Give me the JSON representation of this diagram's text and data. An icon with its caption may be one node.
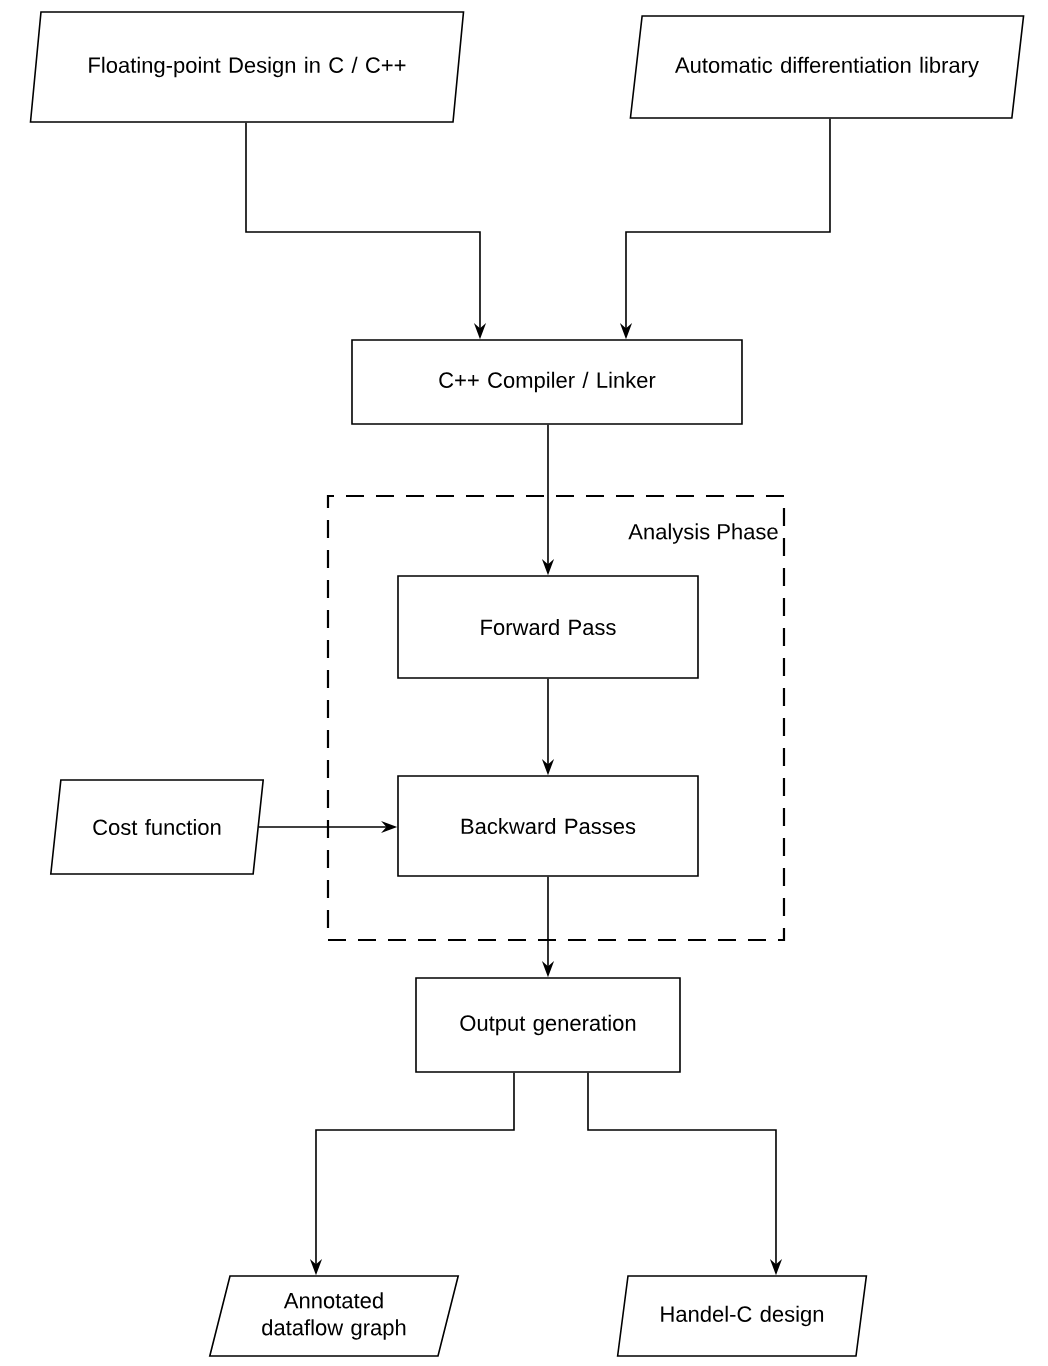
{
  "diagram": {
    "nodes": [
      {
        "text": [
          "Floating-point Design in C / C++"
        ]
      },
      {
        "text": [
          "Automatic differentiation library"
        ]
      },
      {
        "text": [
          "C++ Compiler / Linker"
        ]
      },
      {
        "text": [
          "Analysis Phase"
        ]
      },
      {
        "text": [
          "Forward Pass"
        ],
        "in": 3
      },
      {
        "text": [
          "Backward Passes"
        ],
        "in": 3
      },
      {
        "text": [
          "Cost function"
        ]
      },
      {
        "text": [
          "Output generation"
        ]
      },
      {
        "text": [
          "Annotated dataflow graph"
        ]
      },
      {
        "text": [
          "Handel-C design"
        ]
      }
    ],
    "edges": [
      {
        "from": 0,
        "to": 2,
        "arrow": "to"
      },
      {
        "from": 1,
        "to": 2,
        "arrow": "to"
      },
      {
        "from": 2,
        "to": 4,
        "arrow": "to"
      },
      {
        "from": 4,
        "to": 5,
        "arrow": "to"
      },
      {
        "from": 6,
        "to": 5,
        "arrow": "to"
      },
      {
        "from": 5,
        "to": 7,
        "arrow": "to"
      },
      {
        "from": 7,
        "to": 8,
        "arrow": "to"
      },
      {
        "from": 7,
        "to": 9,
        "arrow": "to"
      }
    ]
  }
}
